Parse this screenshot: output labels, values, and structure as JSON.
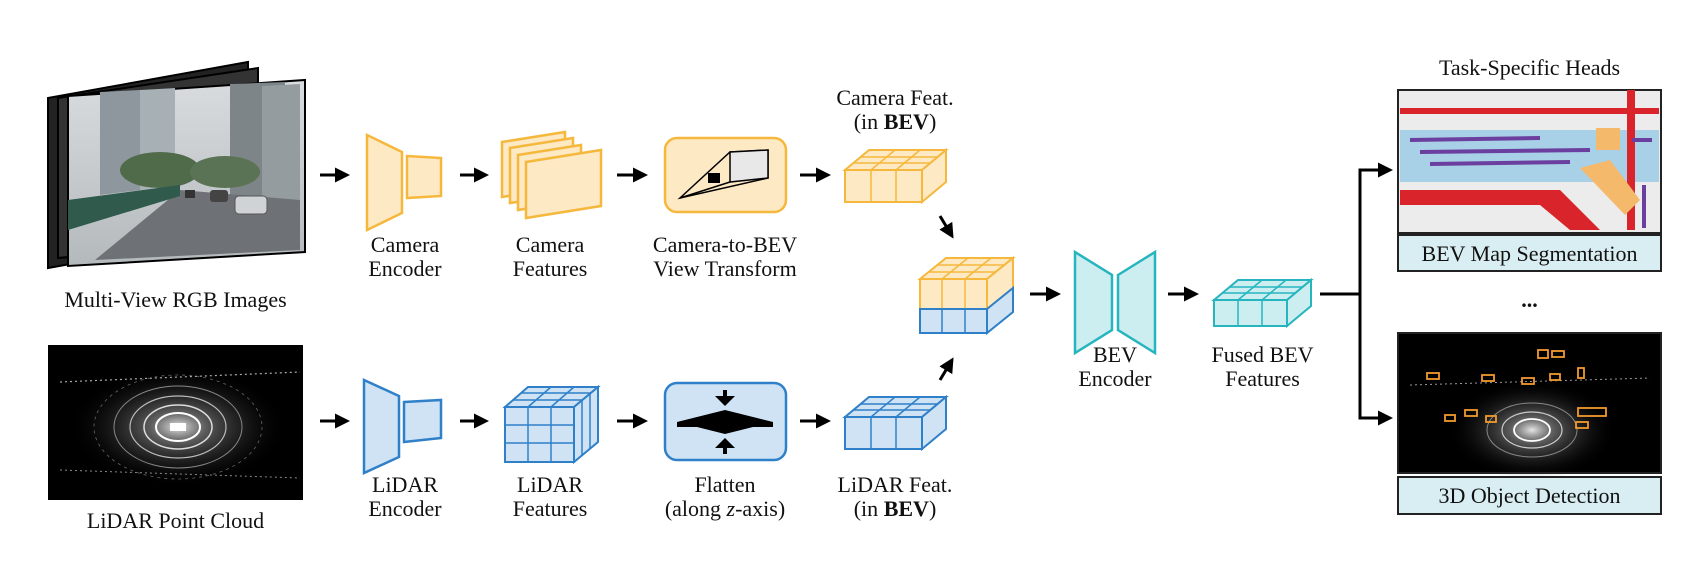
{
  "inputs": {
    "rgb_label": "Multi-View RGB Images",
    "lidar_label": "LiDAR Point Cloud"
  },
  "camera_branch": {
    "encoder": [
      "Camera",
      "Encoder"
    ],
    "features": [
      "Camera",
      "Features"
    ],
    "transform": [
      "Camera-to-BEV",
      "View Transform"
    ],
    "bev_feat": [
      "Camera Feat.",
      "(in ",
      "BEV",
      ")"
    ]
  },
  "lidar_branch": {
    "encoder": [
      "LiDAR",
      "Encoder"
    ],
    "features": [
      "LiDAR",
      "Features"
    ],
    "flatten": [
      "Flatten",
      "(along ",
      "z",
      "-axis)"
    ],
    "bev_feat": [
      "LiDAR Feat.",
      "(in ",
      "BEV",
      ")"
    ]
  },
  "fusion": {
    "encoder": [
      "BEV",
      "Encoder"
    ],
    "fused": [
      "Fused BEV",
      "Features"
    ]
  },
  "heads": {
    "title": "Task-Specific Heads",
    "map_seg": "BEV Map Segmentation",
    "ellipsis": "...",
    "detection": "3D Object Detection"
  },
  "colors": {
    "camera_stroke": "#f5b83d",
    "camera_fill": "#fde9c4",
    "lidar_stroke": "#2f80c8",
    "lidar_fill": "#cfe3f5",
    "bev_stroke": "#26b5bf",
    "bev_fill": "#cdeef0",
    "head_label_fill": "#d9eef2"
  }
}
